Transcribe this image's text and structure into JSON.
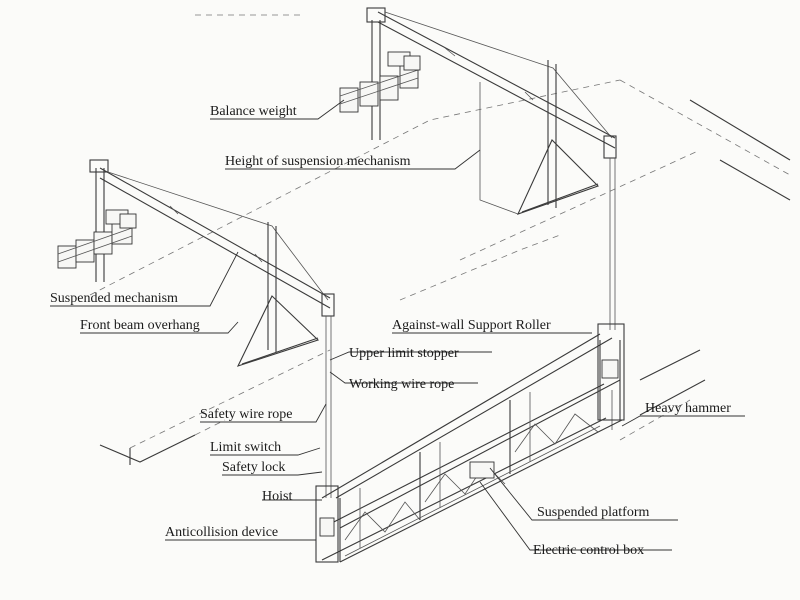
{
  "labels": {
    "balance_weight": "Balance weight",
    "height_of_suspension_mechanism": "Height of suspension mechanism",
    "suspended_mechanism": "Suspended mechanism",
    "front_beam_overhang": "Front beam overhang",
    "against_wall_support_roller": "Against-wall Support Roller",
    "upper_limit_stopper": "Upper limit stopper",
    "working_wire_rope": "Working wire rope",
    "heavy_hammer": "Heavy hammer",
    "safety_wire_rope": "Safety wire rope",
    "limit_switch": "Limit switch",
    "safety_lock": "Safety lock",
    "hoist": "Hoist",
    "suspended_platform": "Suspended platform",
    "anticollision_device": "Anticollision device",
    "electric_control_box": "Electric control box"
  },
  "colors": {
    "ink": "#3a3a3a",
    "paper": "#fbfbf9"
  }
}
